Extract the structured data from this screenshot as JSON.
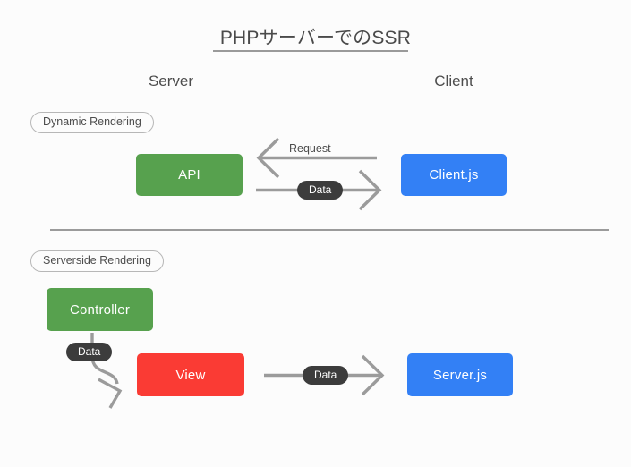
{
  "diagram": {
    "title": "PHPサーバーでのSSR",
    "background_color": "#fcfcfc",
    "columns": [
      {
        "name": "server",
        "label": "Server"
      },
      {
        "name": "client",
        "label": "Client"
      }
    ],
    "sections": [
      {
        "name": "dynamic-rendering",
        "pill_label": "Dynamic Rendering",
        "nodes": [
          {
            "name": "api",
            "label": "API",
            "color": "#57a14e",
            "column": "server"
          },
          {
            "name": "client-js",
            "label": "Client.js",
            "color": "#3380f5",
            "column": "client"
          }
        ],
        "edges": [
          {
            "name": "request-edge",
            "label": "Request",
            "label_style": "plain",
            "direction": "left",
            "from": "client-js",
            "to": "api"
          },
          {
            "name": "data-edge-1",
            "label": "Data",
            "label_style": "pill",
            "direction": "right",
            "from": "api",
            "to": "client-js"
          }
        ]
      },
      {
        "name": "serverside-rendering",
        "pill_label": "Serverside Rendering",
        "nodes": [
          {
            "name": "controller",
            "label": "Controller",
            "color": "#57a14e",
            "column": "server"
          },
          {
            "name": "view",
            "label": "View",
            "color": "#fa3b34",
            "column": "server"
          },
          {
            "name": "server-js",
            "label": "Server.js",
            "color": "#3380f5",
            "column": "client"
          }
        ],
        "edges": [
          {
            "name": "data-edge-2",
            "label": "Data",
            "label_style": "pill",
            "direction": "curve-down-right",
            "from": "controller",
            "to": "view"
          },
          {
            "name": "data-edge-3",
            "label": "Data",
            "label_style": "pill",
            "direction": "right",
            "from": "view",
            "to": "server-js"
          }
        ]
      }
    ],
    "colors": {
      "green": "#57a14e",
      "blue": "#3380f5",
      "red": "#fa3b34",
      "pill_dark": "#3c3c3c",
      "line_gray": "#9b9b9b",
      "text_gray": "#4d4d4d"
    }
  }
}
